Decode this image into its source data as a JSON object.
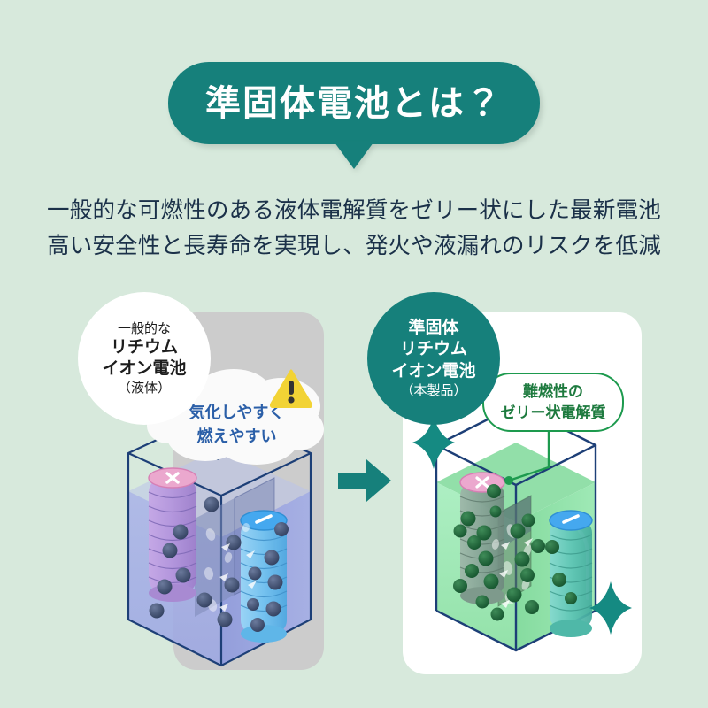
{
  "page": {
    "background_color": "#d7e9dc",
    "accent_teal": "#16807b",
    "text_navy": "#1b3149"
  },
  "header": {
    "title": "準固体電池とは？",
    "banner_color": "#16807b",
    "title_color": "#ffffff"
  },
  "subtitle": {
    "line1": "一般的な可燃性のある液体電解質をゼリー状にした最新電池",
    "line2": "高い安全性と長寿命を実現し、発火や液漏れのリスクを低減",
    "color": "#1b3149"
  },
  "comparison": {
    "transition_arrow": "arrow-right-icon",
    "arrow_color": "#16807b",
    "left": {
      "card_color": "#cccccc",
      "badge": {
        "background_color": "#ffffff",
        "text_color": "#1d1d1d",
        "line1": "一般的な",
        "line2": "リチウム",
        "line3": "イオン電池",
        "line4": "（液体）"
      },
      "callout": {
        "type": "cloud-bubble",
        "text_color": "#2b5fa8",
        "line1": "気化しやすく",
        "line2": "燃えやすい",
        "warning_icon": "warning-triangle-icon",
        "warning_icon_color": "#f2d335",
        "warning_icon_mark": "!"
      },
      "battery": {
        "electrolyte_color": "#8e9adf",
        "cathode_symbol": "×",
        "cathode_cap_color": "#eba8ce",
        "cathode_stack_color": "#b79ade",
        "anode_symbol": "−",
        "anode_cap_color": "#45a8ef",
        "anode_stack_color": "#78c6f2",
        "ion_color": "#3a4a6b",
        "case_color": "#1d3f77"
      }
    },
    "right": {
      "card_color": "#ffffff",
      "badge": {
        "background_color": "#16807b",
        "text_color": "#ffffff",
        "line1": "準固体",
        "line2": "リチウム",
        "line3": "イオン電池",
        "line4": "（本製品）"
      },
      "callout": {
        "type": "rounded-outline",
        "border_color": "#1d9a4e",
        "text_color": "#1d7a3e",
        "line1": "難燃性の",
        "line2": "ゼリー状電解質"
      },
      "battery": {
        "electrolyte_color": "#8fe0a4",
        "cathode_symbol": "×",
        "cathode_cap_color": "#eba8ce",
        "cathode_stack_color": "#7d9a8f",
        "anode_symbol": "−",
        "anode_cap_color": "#45a8ef",
        "anode_stack_color": "#54bfa8",
        "ion_color": "#1b5e34",
        "case_color": "#1d3f77"
      },
      "sparkles": [
        "sparkle-icon",
        "sparkle-icon"
      ],
      "sparkle_color": "#158a82"
    }
  }
}
